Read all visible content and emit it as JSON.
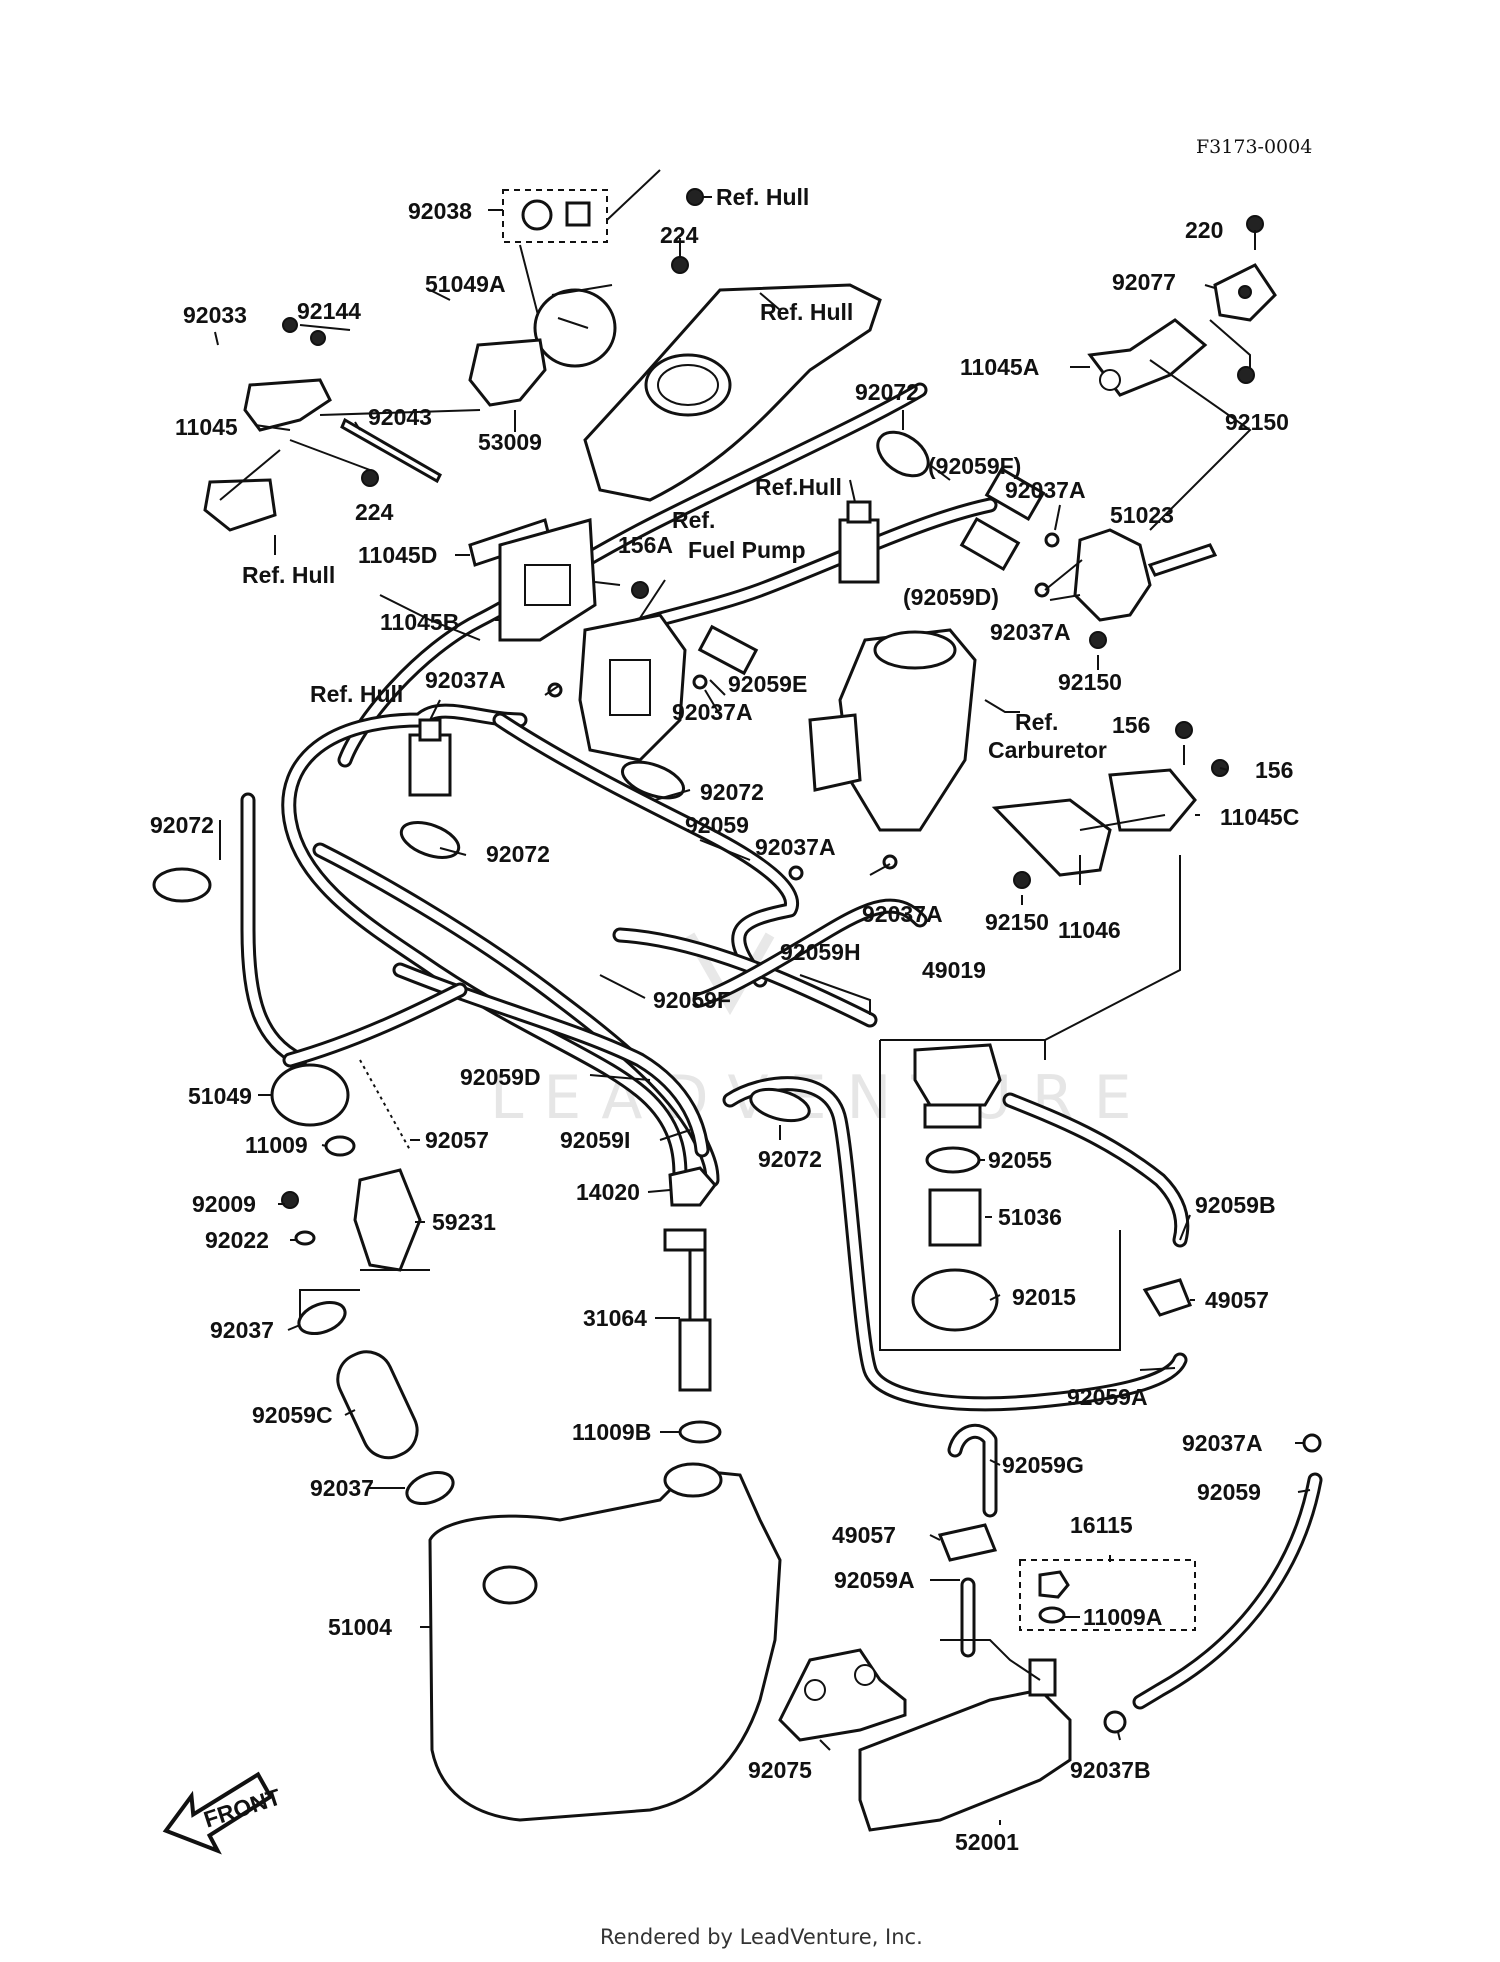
{
  "figure_code": "F3173-0004",
  "footer": "Rendered by LeadVenture, Inc.",
  "watermark": "LEADVENTURE",
  "front_label": "FRONT",
  "callouts": [
    {
      "id": "c01",
      "text": "92038"
    },
    {
      "id": "c02",
      "text": "Ref. Hull"
    },
    {
      "id": "c03",
      "text": "224"
    },
    {
      "id": "c04",
      "text": "51049A"
    },
    {
      "id": "c05",
      "text": "Ref. Hull"
    },
    {
      "id": "c06",
      "text": "220"
    },
    {
      "id": "c07",
      "text": "92077"
    },
    {
      "id": "c08",
      "text": "92033"
    },
    {
      "id": "c09",
      "text": "92144"
    },
    {
      "id": "c10",
      "text": "11045A"
    },
    {
      "id": "c11",
      "text": "92150"
    },
    {
      "id": "c12",
      "text": "92043"
    },
    {
      "id": "c13",
      "text": "11045"
    },
    {
      "id": "c14",
      "text": "53009"
    },
    {
      "id": "c15",
      "text": "92072"
    },
    {
      "id": "c16",
      "text": "(92059F)"
    },
    {
      "id": "c17",
      "text": "224"
    },
    {
      "id": "c18",
      "text": "Ref.Hull"
    },
    {
      "id": "c19",
      "text": "92037A"
    },
    {
      "id": "c20",
      "text": "51023"
    },
    {
      "id": "c21",
      "text": "Ref."
    },
    {
      "id": "c22",
      "text": "Fuel Pump"
    },
    {
      "id": "c23",
      "text": "Ref. Hull"
    },
    {
      "id": "c24",
      "text": "11045D"
    },
    {
      "id": "c25",
      "text": "156A"
    },
    {
      "id": "c26",
      "text": "(92059D)"
    },
    {
      "id": "c27",
      "text": "92037A"
    },
    {
      "id": "c28",
      "text": "11045B"
    },
    {
      "id": "c29",
      "text": "92150"
    },
    {
      "id": "c30",
      "text": "92037A"
    },
    {
      "id": "c31",
      "text": "92059E"
    },
    {
      "id": "c32",
      "text": "92037A"
    },
    {
      "id": "c33",
      "text": "Ref. Hull"
    },
    {
      "id": "c34",
      "text": "Ref."
    },
    {
      "id": "c35",
      "text": "Carburetor"
    },
    {
      "id": "c36",
      "text": "156"
    },
    {
      "id": "c37",
      "text": "156"
    },
    {
      "id": "c38",
      "text": "92072"
    },
    {
      "id": "c39",
      "text": "92072"
    },
    {
      "id": "c40",
      "text": "92059"
    },
    {
      "id": "c41",
      "text": "11045C"
    },
    {
      "id": "c42",
      "text": "92037A"
    },
    {
      "id": "c43",
      "text": "92072"
    },
    {
      "id": "c44",
      "text": "92037A"
    },
    {
      "id": "c45",
      "text": "92150"
    },
    {
      "id": "c46",
      "text": "11046"
    },
    {
      "id": "c47",
      "text": "92059H"
    },
    {
      "id": "c48",
      "text": "49019"
    },
    {
      "id": "c49",
      "text": "92059F"
    },
    {
      "id": "c50",
      "text": "92059D"
    },
    {
      "id": "c51",
      "text": "51049"
    },
    {
      "id": "c52",
      "text": "11009"
    },
    {
      "id": "c53",
      "text": "92057"
    },
    {
      "id": "c54",
      "text": "92059I"
    },
    {
      "id": "c55",
      "text": "92072"
    },
    {
      "id": "c56",
      "text": "92055"
    },
    {
      "id": "c57",
      "text": "14020"
    },
    {
      "id": "c58",
      "text": "92009"
    },
    {
      "id": "c59",
      "text": "59231"
    },
    {
      "id": "c60",
      "text": "51036"
    },
    {
      "id": "c61",
      "text": "92059B"
    },
    {
      "id": "c62",
      "text": "92022"
    },
    {
      "id": "c63",
      "text": "92015"
    },
    {
      "id": "c64",
      "text": "49057"
    },
    {
      "id": "c65",
      "text": "31064"
    },
    {
      "id": "c66",
      "text": "92037"
    },
    {
      "id": "c67",
      "text": "92059A"
    },
    {
      "id": "c68",
      "text": "92059C"
    },
    {
      "id": "c69",
      "text": "92037A"
    },
    {
      "id": "c70",
      "text": "11009B"
    },
    {
      "id": "c71",
      "text": "92059G"
    },
    {
      "id": "c72",
      "text": "92037"
    },
    {
      "id": "c73",
      "text": "92059"
    },
    {
      "id": "c74",
      "text": "49057"
    },
    {
      "id": "c75",
      "text": "16115"
    },
    {
      "id": "c76",
      "text": "92059A"
    },
    {
      "id": "c77",
      "text": "11009A"
    },
    {
      "id": "c78",
      "text": "51004"
    },
    {
      "id": "c79",
      "text": "92075"
    },
    {
      "id": "c80",
      "text": "92037B"
    },
    {
      "id": "c81",
      "text": "52001"
    }
  ]
}
